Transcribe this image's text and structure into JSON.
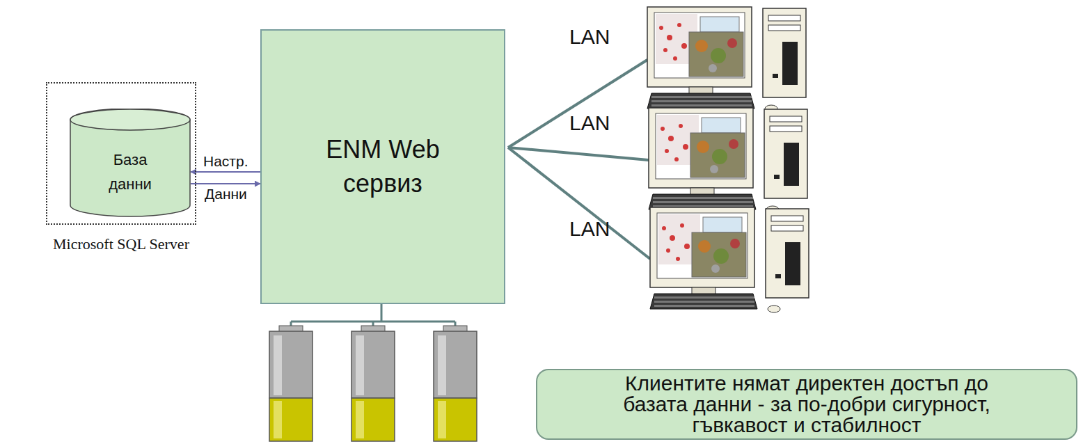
{
  "diagram": {
    "nodes": [
      {
        "text": [
          "Microsoft SQL Server"
        ]
      },
      {
        "text": [
          "База данни"
        ],
        "in": 0
      },
      {
        "text": [
          "ENM Web сервиз"
        ]
      },
      {
        "text": [
          "Клиентите нямат директен достъп до базата данни - за по-добри сигурност, гъвкавост и стабилност"
        ]
      }
    ],
    "edges": [
      {
        "from": 2,
        "to": 1,
        "arrow": "to",
        "label": "Настр."
      },
      {
        "from": 1,
        "to": 2,
        "arrow": "to",
        "label": "Данни"
      }
    ],
    "labels": [
      "LAN",
      "LAN",
      "LAN"
    ]
  }
}
